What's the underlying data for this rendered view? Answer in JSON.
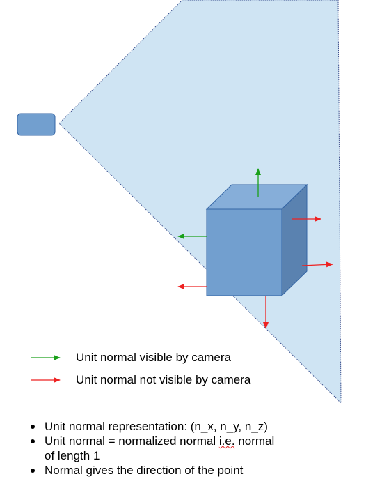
{
  "legend": {
    "visible": {
      "label": "Unit normal visible by camera",
      "color": "#1aa01a"
    },
    "not_visible": {
      "label": "Unit normal not visible by camera",
      "color": "#ee2222"
    }
  },
  "colors": {
    "frustum_fill": "#cfe4f3",
    "cube_front": "#729fcf",
    "cube_top": "#86aed9",
    "cube_side": "#5a82b0",
    "cube_edge": "#3465a4",
    "camera": "#729fcf"
  },
  "bullets": [
    {
      "text": "Unit normal representation: (n_x, n_y, n_z)"
    },
    {
      "text_before": "Unit normal = normalized normal ",
      "text_underlined": "i.e.",
      "text_after": " normal",
      "text_line2": "of length 1"
    },
    {
      "text": "Normal gives the direction of the point"
    }
  ]
}
